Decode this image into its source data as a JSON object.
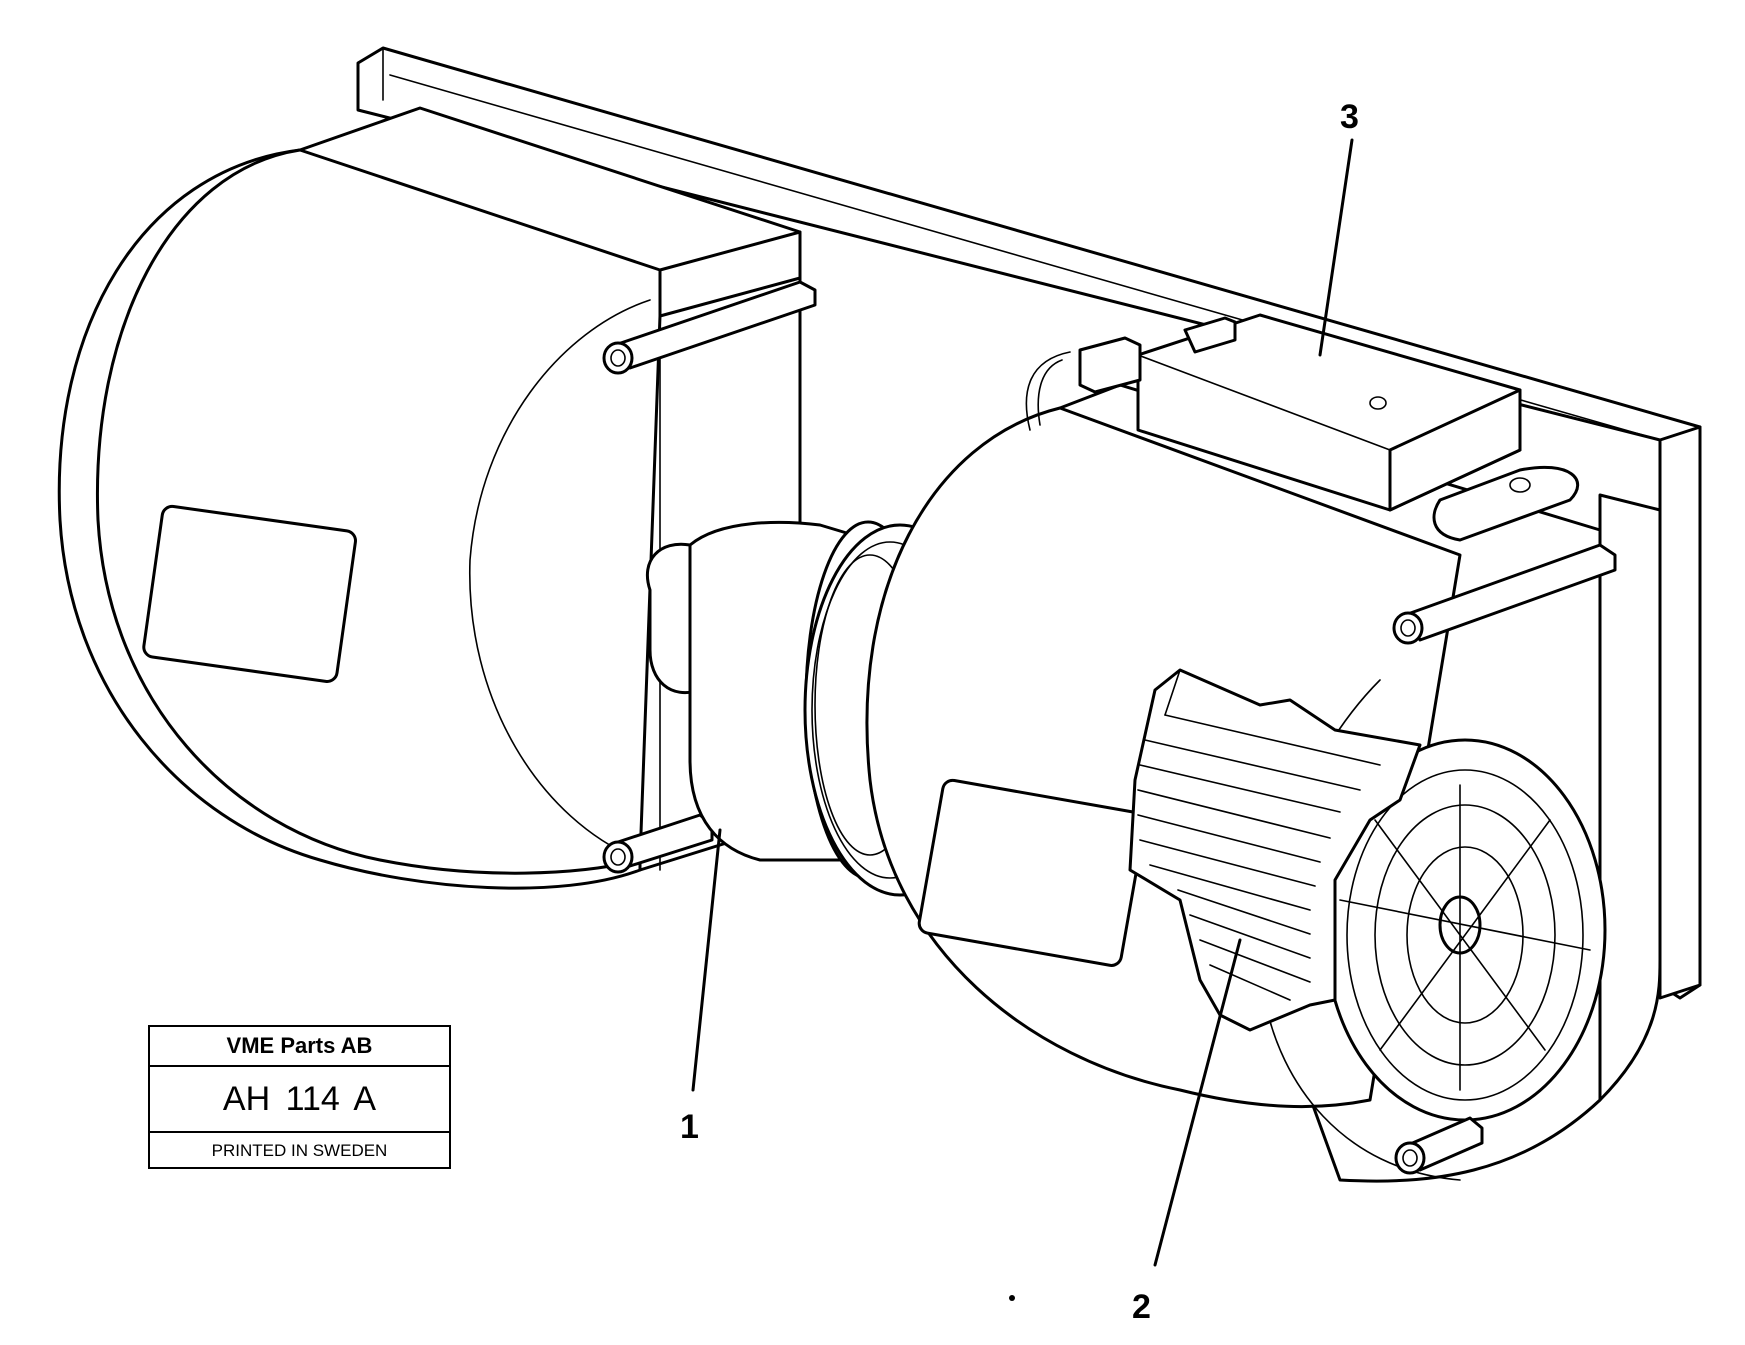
{
  "figure": {
    "callouts": [
      {
        "id": "1",
        "text": "1"
      },
      {
        "id": "2",
        "text": "2"
      },
      {
        "id": "3",
        "text": "3"
      }
    ]
  },
  "label_plate": {
    "company": "VME Parts AB",
    "code": "AH  114  A",
    "printed": "PRINTED IN SWEDEN"
  },
  "colors": {
    "line": "#000000",
    "background": "#ffffff"
  }
}
